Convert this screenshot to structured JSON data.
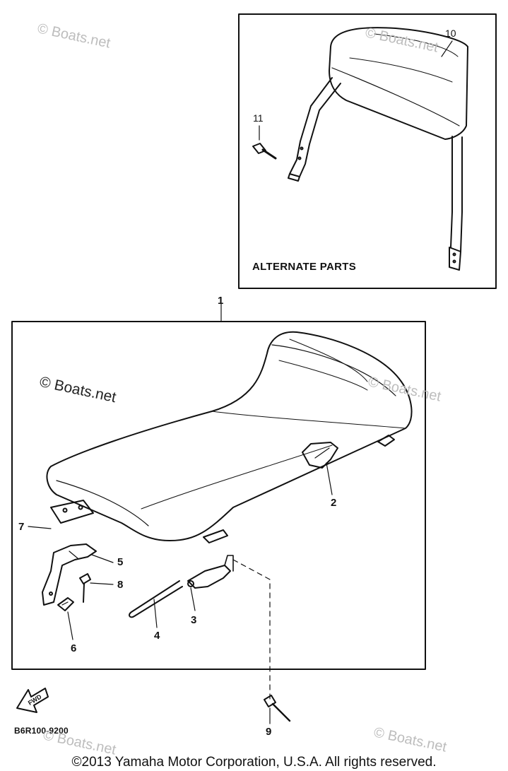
{
  "diagram": {
    "alternate_label": "ALTERNATE PARTS",
    "drawing_code": "B6R100-9200",
    "fwd_label": "FWD",
    "copyright": "©2013 Yamaha Motor Corporation, U.S.A. All rights reserved.",
    "watermark": "© Boats.net",
    "callouts": {
      "p1": "1",
      "p2": "2",
      "p3": "3",
      "p4": "4",
      "p5": "5",
      "p6": "6",
      "p7": "7",
      "p8": "8",
      "p9": "9",
      "p10": "10",
      "p11": "11"
    }
  }
}
